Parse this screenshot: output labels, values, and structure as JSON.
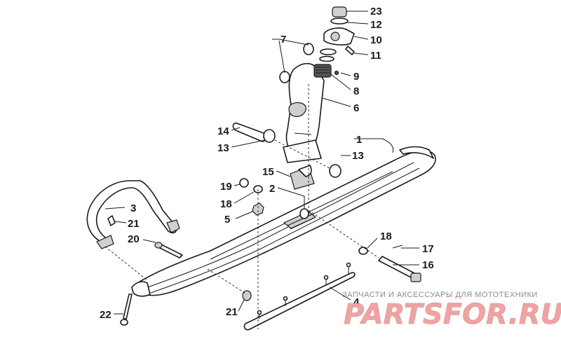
{
  "diagram": {
    "callouts": {
      "c23": "23",
      "c12": "12",
      "c10": "10",
      "c11": "11",
      "c7": "7",
      "c9": "9",
      "c8": "8",
      "c6": "6",
      "c14": "14",
      "c13a": "13",
      "c1": "1",
      "c13b": "13",
      "c15": "15",
      "c19": "19",
      "c2": "2",
      "c3": "3",
      "c18a": "18",
      "c5": "5",
      "c21a": "21",
      "c20": "20",
      "c18b": "18",
      "c17": "17",
      "c16": "16",
      "c4": "4",
      "c21b": "21",
      "c22": "22"
    }
  },
  "watermark": {
    "caption": "ЗАПЧАСТИ И АКСЕССУАРЫ ДЛЯ МОТОТЕХНИКИ",
    "brand": "PARTSFOR.RU"
  },
  "colors": {
    "ink": "#1a1a1a",
    "watermark": "#f0a3a3"
  }
}
